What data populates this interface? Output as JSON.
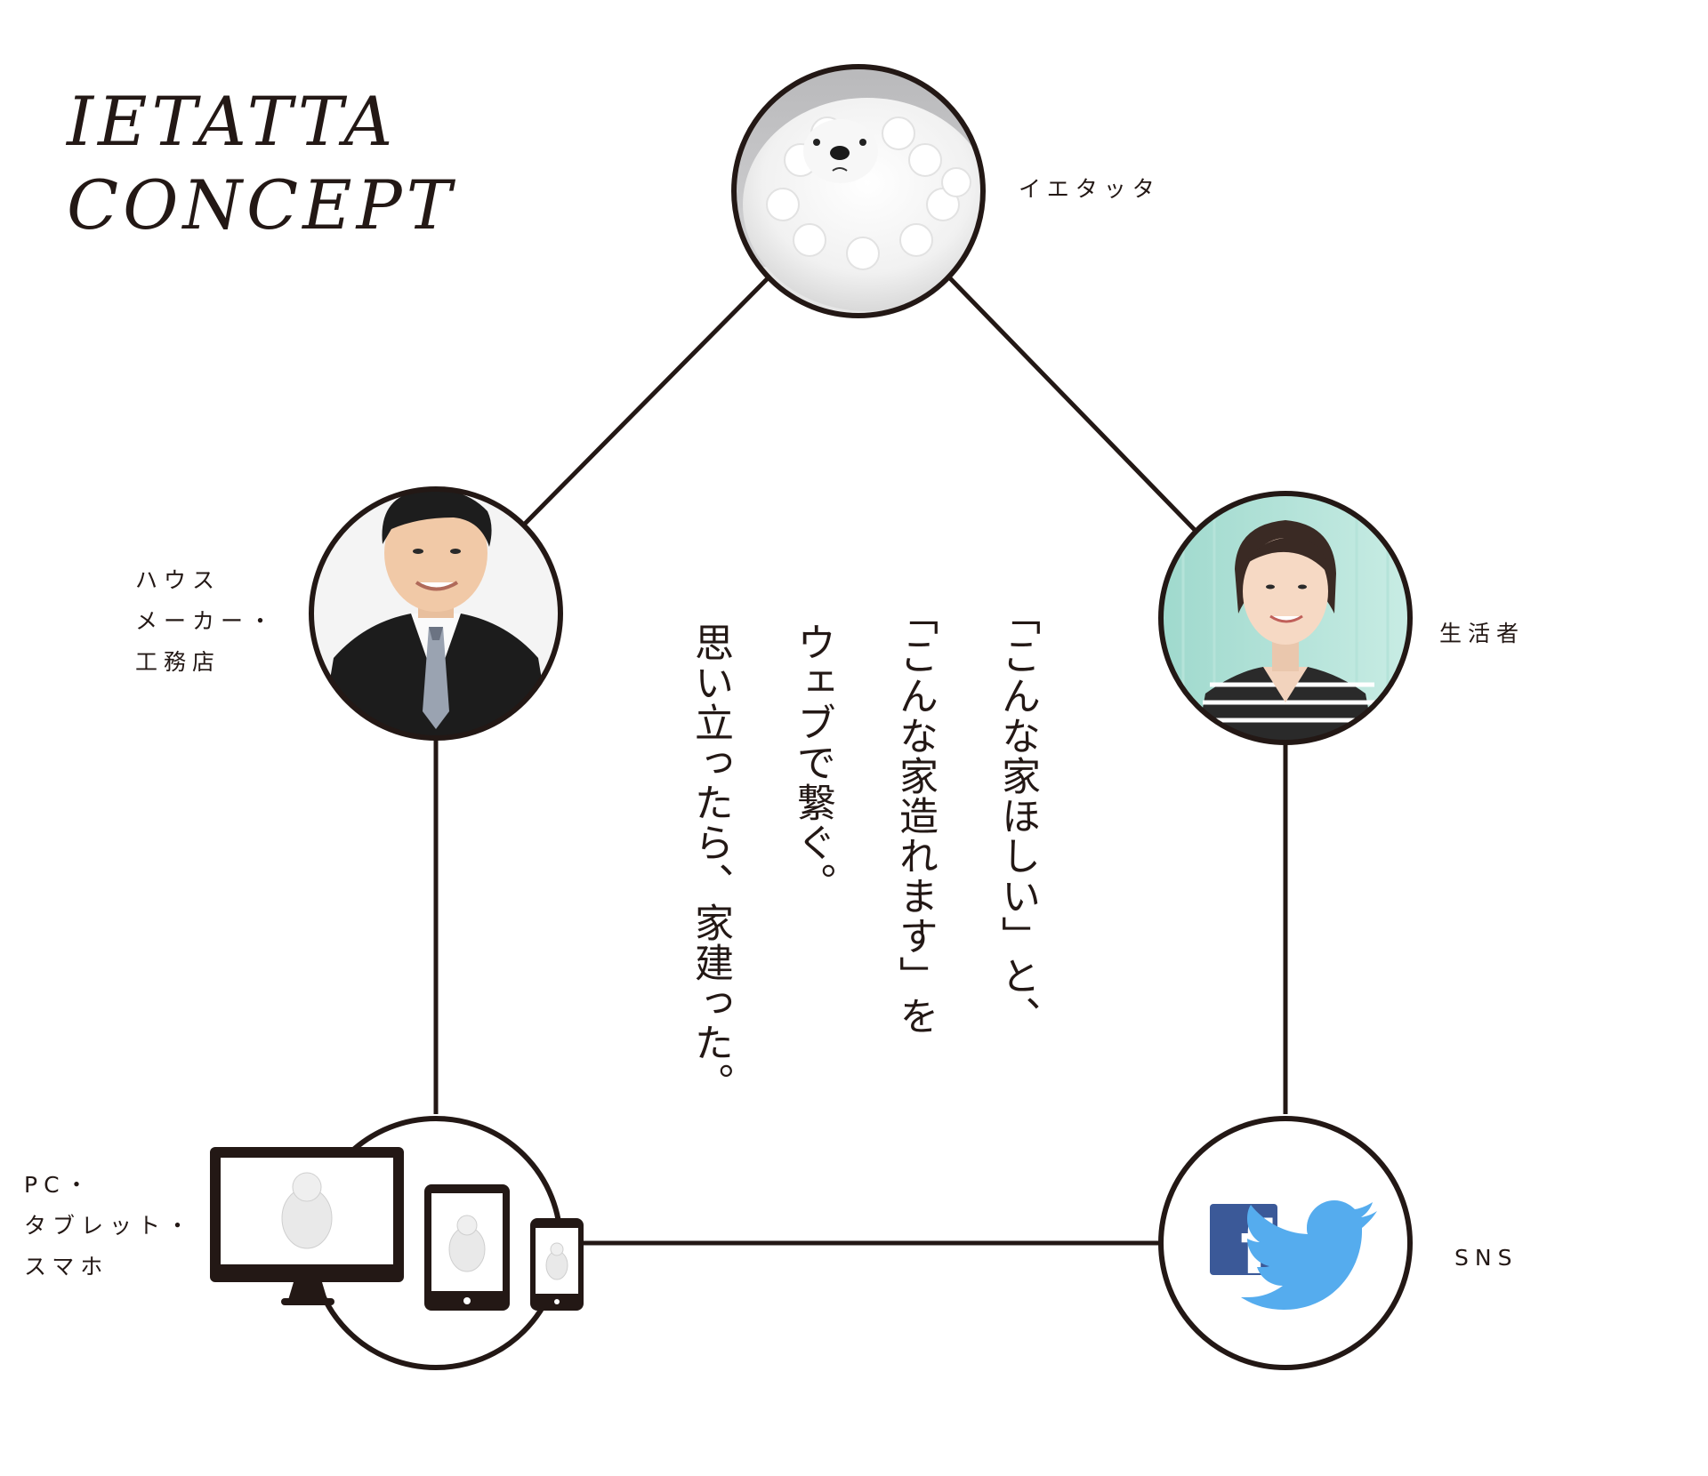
{
  "title": {
    "line1": "IETATTA",
    "line2": "CONCEPT"
  },
  "nodes": {
    "ietatta": {
      "label": "イエタッタ"
    },
    "house_maker": {
      "line1": "ハウス",
      "line2": "メーカー・",
      "line3": "工務店"
    },
    "consumer": {
      "label": "生活者"
    },
    "devices": {
      "line1": "PC・",
      "line2": "タブレット・",
      "line3": "スマホ"
    },
    "sns": {
      "label": "SNS"
    }
  },
  "tagline": {
    "line1": "「こんな家ほしい」と、",
    "line2": "「こんな家造れます」を",
    "line3": "ウェブで繋ぐ。",
    "line4": "思い立ったら、家建った。"
  },
  "icons": {
    "facebook": {
      "name": "facebook-icon",
      "letter": "f",
      "color": "#3B5998"
    },
    "twitter": {
      "name": "twitter-icon",
      "color": "#55ACEE"
    }
  },
  "colors": {
    "ink": "#231815",
    "background": "#FFFFFF"
  }
}
